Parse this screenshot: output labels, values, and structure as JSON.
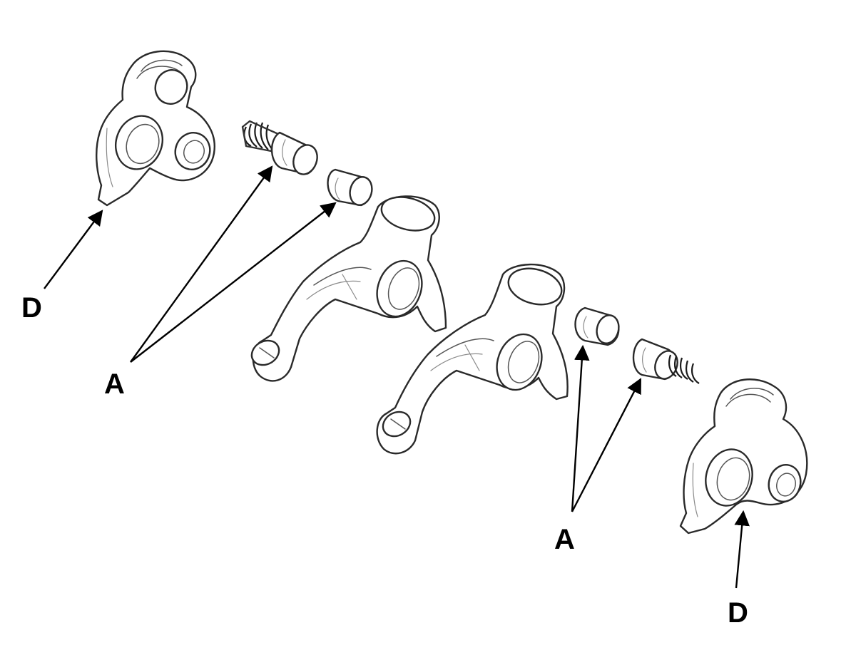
{
  "callouts": {
    "d_top": "D",
    "a_left": "A",
    "a_right": "A",
    "d_bottom": "D"
  }
}
